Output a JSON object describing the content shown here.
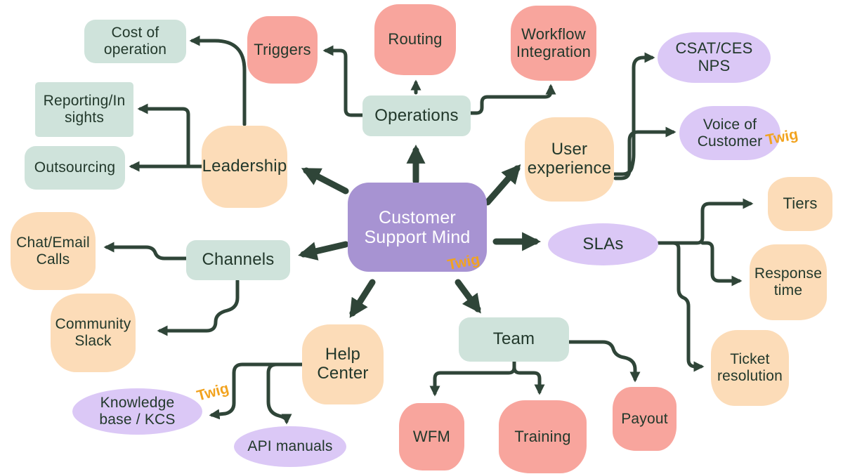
{
  "title": "Customer Support Mind",
  "watermark": {
    "label": "Twig"
  },
  "colors": {
    "purple": "#a793d2",
    "lavender": "#dbc8f6",
    "mint": "#cfe3db",
    "peach": "#fcdcb8",
    "salmon": "#f8a59d",
    "arrow": "#2f4538",
    "text_dark": "#22382b",
    "orange": "#f2a31f"
  },
  "nodes": {
    "center": {
      "label": "Customer\nSupport Mind"
    },
    "operations": {
      "label": "Operations"
    },
    "triggers": {
      "label": "Triggers"
    },
    "routing": {
      "label": "Routing"
    },
    "workflow_integration": {
      "label": "Workflow\nIntegration"
    },
    "cost_of_operation": {
      "label": "Cost of\noperation"
    },
    "reporting_insights": {
      "label": "Reporting/In\nsights"
    },
    "outsourcing": {
      "label": "Outsourcing"
    },
    "leadership": {
      "label": "Leadership"
    },
    "user_experience": {
      "label": "User\nexperience"
    },
    "csat_ces_nps": {
      "label": "CSAT/CES\nNPS"
    },
    "voice_of_customer": {
      "label": "Voice of\nCustomer"
    },
    "slas": {
      "label": "SLAs"
    },
    "tiers": {
      "label": "Tiers"
    },
    "response_time": {
      "label": "Response\ntime"
    },
    "ticket_resolution": {
      "label": "Ticket\nresolution"
    },
    "channels": {
      "label": "Channels"
    },
    "chat_email_calls": {
      "label": "Chat/Email\nCalls"
    },
    "community_slack": {
      "label": "Community\nSlack"
    },
    "help_center": {
      "label": "Help\nCenter"
    },
    "knowledge_base_kcs": {
      "label": "Knowledge\nbase / KCS"
    },
    "api_manuals": {
      "label": "API manuals"
    },
    "team": {
      "label": "Team"
    },
    "wfm": {
      "label": "WFM"
    },
    "training": {
      "label": "Training"
    },
    "payout": {
      "label": "Payout"
    }
  },
  "edges": [
    {
      "from": "Customer Support Mind",
      "to": "Operations"
    },
    {
      "from": "Operations",
      "to": "Triggers"
    },
    {
      "from": "Operations",
      "to": "Routing"
    },
    {
      "from": "Operations",
      "to": "Workflow Integration"
    },
    {
      "from": "Customer Support Mind",
      "to": "Leadership"
    },
    {
      "from": "Leadership",
      "to": "Cost of operation"
    },
    {
      "from": "Leadership",
      "to": "Reporting/Insights"
    },
    {
      "from": "Leadership",
      "to": "Outsourcing"
    },
    {
      "from": "Customer Support Mind",
      "to": "User experience"
    },
    {
      "from": "User experience",
      "to": "CSAT/CES NPS"
    },
    {
      "from": "User experience",
      "to": "Voice of Customer"
    },
    {
      "from": "Customer Support Mind",
      "to": "SLAs"
    },
    {
      "from": "SLAs",
      "to": "Tiers"
    },
    {
      "from": "SLAs",
      "to": "Response time"
    },
    {
      "from": "SLAs",
      "to": "Ticket resolution"
    },
    {
      "from": "Customer Support Mind",
      "to": "Channels"
    },
    {
      "from": "Channels",
      "to": "Chat/Email Calls"
    },
    {
      "from": "Channels",
      "to": "Community Slack"
    },
    {
      "from": "Customer Support Mind",
      "to": "Help Center"
    },
    {
      "from": "Help Center",
      "to": "Knowledge base / KCS"
    },
    {
      "from": "Help Center",
      "to": "API manuals"
    },
    {
      "from": "Customer Support Mind",
      "to": "Team"
    },
    {
      "from": "Team",
      "to": "WFM"
    },
    {
      "from": "Team",
      "to": "Training"
    },
    {
      "from": "Team",
      "to": "Payout"
    }
  ]
}
